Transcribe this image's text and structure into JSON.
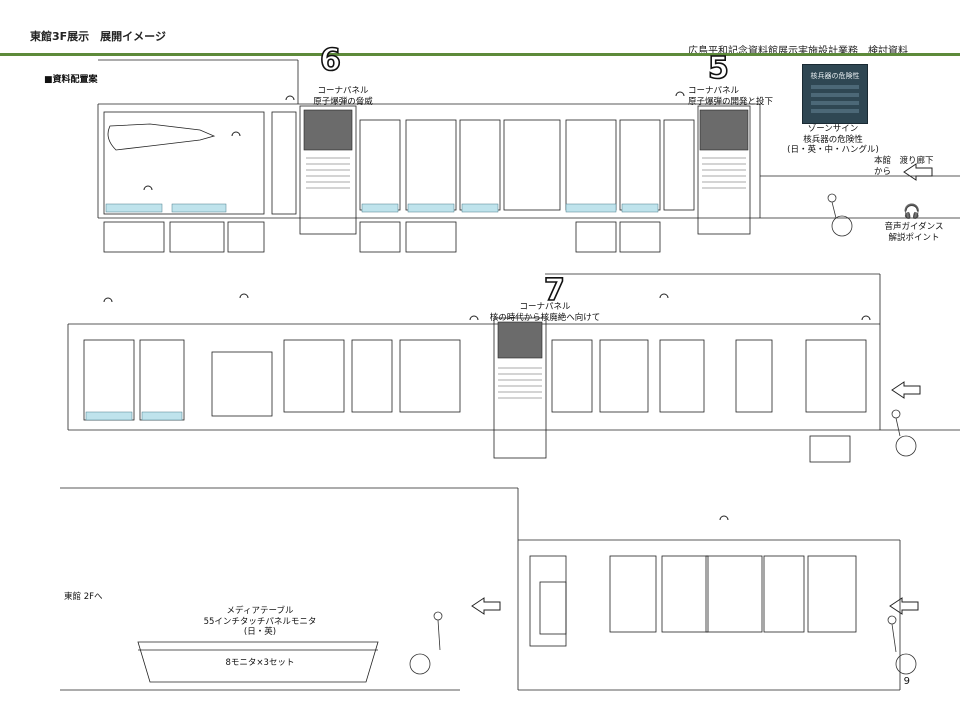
{
  "header": {
    "left": "東館3F展示　展開イメージ",
    "right": "広島平和記念資料館展示実施設計業務　検討資料"
  },
  "section_title": "■資料配置案",
  "corners": [
    {
      "num": "6",
      "title": "コーナパネル",
      "subtitle": "原子爆弾の脅威"
    },
    {
      "num": "5",
      "title": "コーナパネル",
      "subtitle": "原子爆弾の開発と投下"
    },
    {
      "num": "7",
      "title": "コーナパネル",
      "subtitle": "核の時代から核廃絶へ向けて"
    }
  ],
  "sign": {
    "label": "核兵器の危険性",
    "caption_title": "ゾーンサイン",
    "caption_line1": "核兵器の危険性",
    "caption_line2": "(日・英・中・ハングル)"
  },
  "arrival": {
    "line1": "本館　渡り廊下",
    "line2": "から"
  },
  "audio_guide": {
    "line1": "音声ガイダンス",
    "line2": "解説ポイント"
  },
  "east_exit": "東館 2Fへ",
  "media_table": {
    "line1": "メディアテーブル",
    "line2": "55インチタッチパネルモニタ",
    "line3": "(日・英)",
    "base_label": "8モニタ×3セット"
  },
  "page_number": "9",
  "colors": {
    "header_line": "#5d8a3a",
    "sign_bg": "#2f4753",
    "glass": "#bfe3ec",
    "dark_panel": "#6b6b6b"
  }
}
